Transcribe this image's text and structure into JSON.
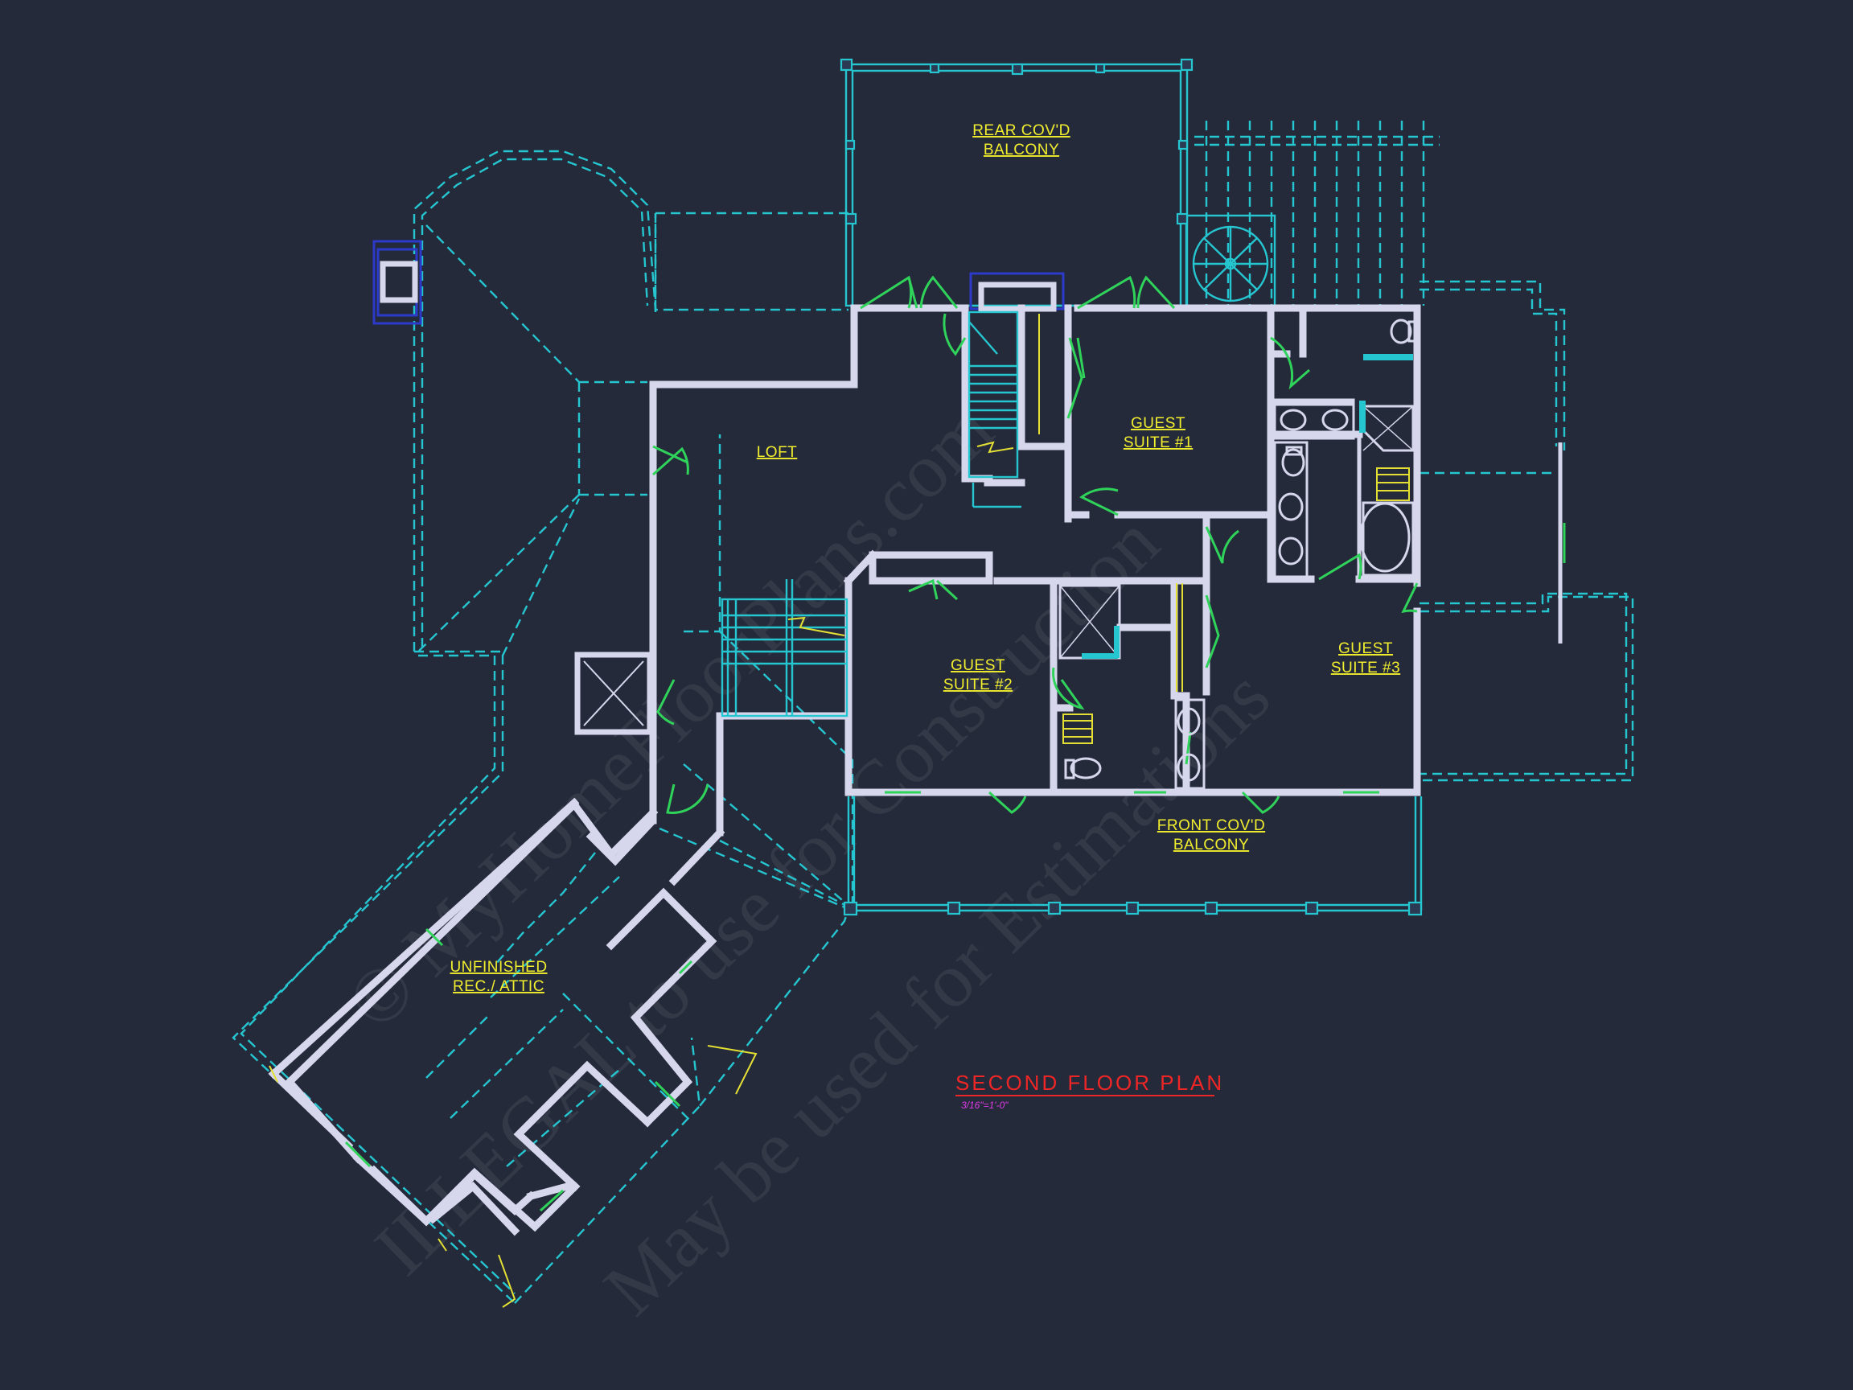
{
  "rooms": {
    "rear_balcony": [
      "REAR COV'D",
      "BALCONY"
    ],
    "loft": [
      "LOFT"
    ],
    "guest_suite_1": [
      "GUEST",
      "SUITE #1"
    ],
    "guest_suite_2": [
      "GUEST",
      "SUITE #2"
    ],
    "guest_suite_3": [
      "GUEST",
      "SUITE #3"
    ],
    "front_balcony": [
      "FRONT COV'D",
      "BALCONY"
    ],
    "attic": [
      "UNFINISHED",
      "REC./ ATTIC"
    ]
  },
  "plan": {
    "title": "SECOND  FLOOR  PLAN",
    "scale": "3/16\"=1'-0\""
  },
  "watermark": {
    "line1": "© MyHomeFloorPlans.com",
    "line2": "ILLEGAL to use for Construction",
    "line3": "May be used for Estimations"
  },
  "colors": {
    "background": "#252a3b",
    "wall": "#d6d7ec",
    "dashed_lines": "#25c6d0",
    "doors": "#2fd35a",
    "labels": "#f1ee2e",
    "title": "#ee2626",
    "scale": "#e23ae8"
  }
}
